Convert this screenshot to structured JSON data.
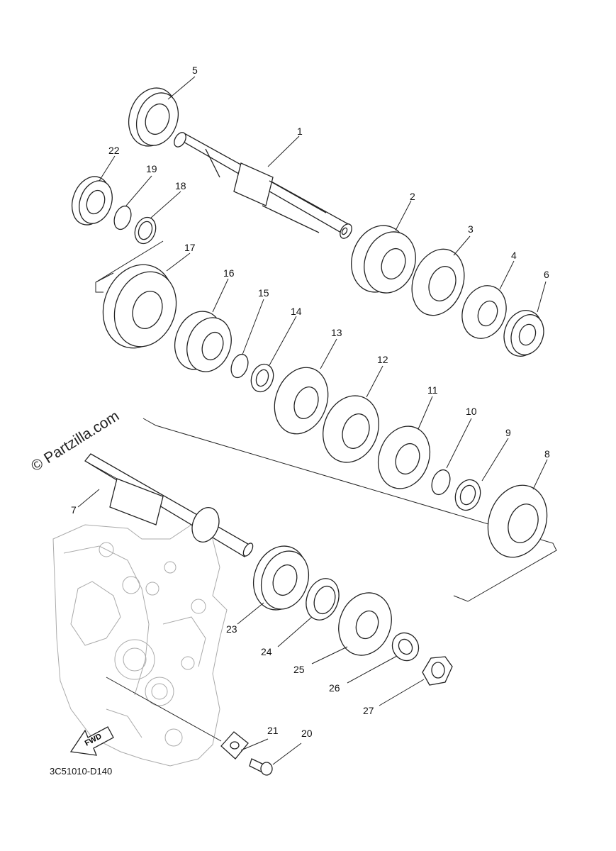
{
  "watermark": "© Partzilla.com",
  "diagram_code": "3C51010-D140",
  "fwd_label": "FWD",
  "parts": [
    {
      "num": "1"
    },
    {
      "num": "2"
    },
    {
      "num": "3"
    },
    {
      "num": "4"
    },
    {
      "num": "5"
    },
    {
      "num": "6"
    },
    {
      "num": "7"
    },
    {
      "num": "8"
    },
    {
      "num": "9"
    },
    {
      "num": "10"
    },
    {
      "num": "11"
    },
    {
      "num": "12"
    },
    {
      "num": "13"
    },
    {
      "num": "14"
    },
    {
      "num": "15"
    },
    {
      "num": "16"
    },
    {
      "num": "17"
    },
    {
      "num": "18"
    },
    {
      "num": "19"
    },
    {
      "num": "20"
    },
    {
      "num": "21"
    },
    {
      "num": "22"
    },
    {
      "num": "23"
    },
    {
      "num": "24"
    },
    {
      "num": "25"
    },
    {
      "num": "26"
    },
    {
      "num": "27"
    }
  ]
}
